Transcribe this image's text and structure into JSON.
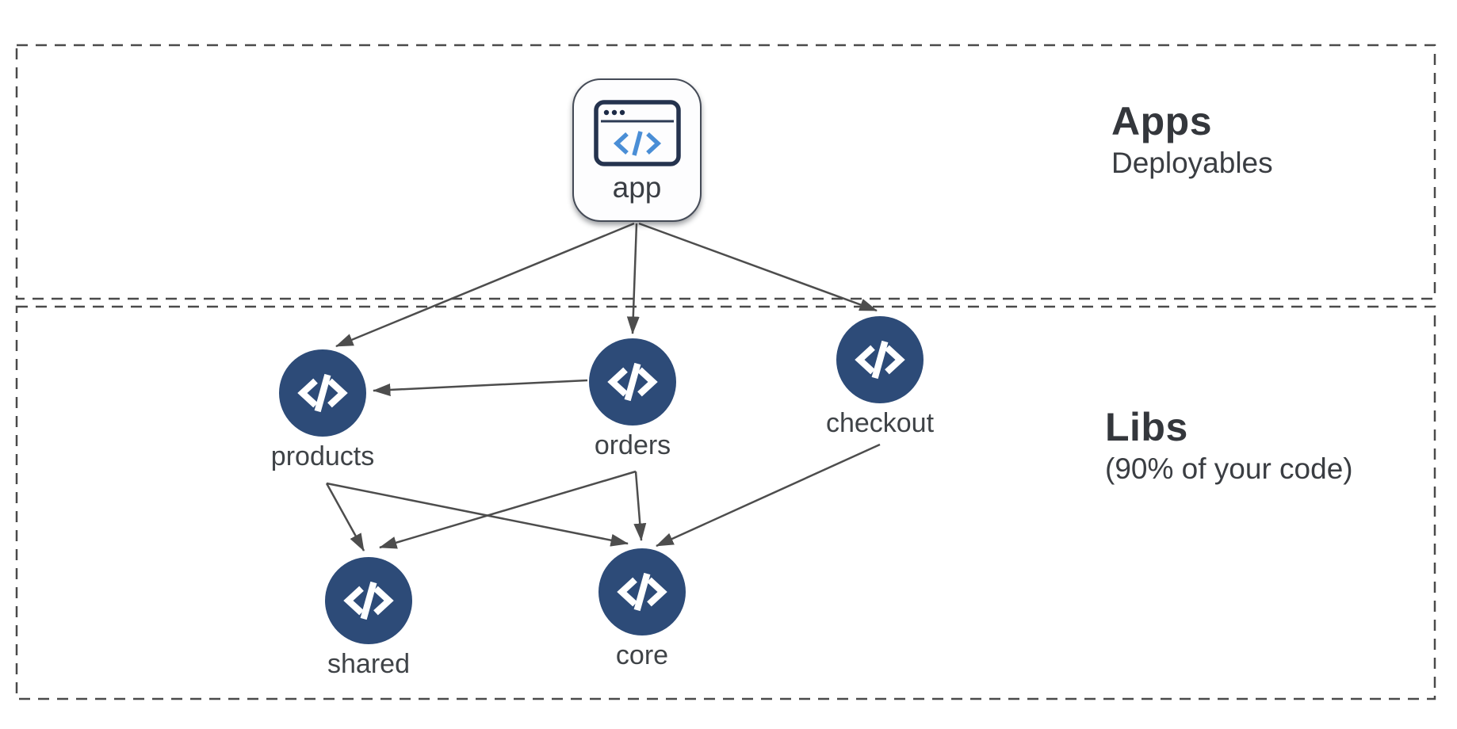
{
  "sections": {
    "apps": {
      "title": "Apps",
      "subtitle": "Deployables"
    },
    "libs": {
      "title": "Libs",
      "subtitle": "(90% of your code)"
    }
  },
  "app_node": {
    "label": "app",
    "icon": "browser-code-icon"
  },
  "nodes": [
    {
      "id": "products",
      "label": "products",
      "icon": "code-icon"
    },
    {
      "id": "orders",
      "label": "orders",
      "icon": "code-icon"
    },
    {
      "id": "checkout",
      "label": "checkout",
      "icon": "code-icon"
    },
    {
      "id": "shared",
      "label": "shared",
      "icon": "code-icon"
    },
    {
      "id": "core",
      "label": "core",
      "icon": "code-icon"
    }
  ],
  "edges": [
    {
      "from": "app",
      "to": "products"
    },
    {
      "from": "app",
      "to": "orders"
    },
    {
      "from": "app",
      "to": "checkout"
    },
    {
      "from": "orders",
      "to": "products"
    },
    {
      "from": "products",
      "to": "shared"
    },
    {
      "from": "products",
      "to": "core"
    },
    {
      "from": "orders",
      "to": "shared"
    },
    {
      "from": "orders",
      "to": "core"
    },
    {
      "from": "checkout",
      "to": "core"
    }
  ],
  "colors": {
    "node_fill": "#2d4b78",
    "node_glyph": "#ffffff",
    "edge": "#4d4d4d",
    "section_border": "#4a4a4a",
    "heading_text": "#34373c",
    "label_text": "#3f4347",
    "browser_icon_navy": "#25334e",
    "browser_icon_blue": "#4a8ed6",
    "background": "#ffffff"
  }
}
